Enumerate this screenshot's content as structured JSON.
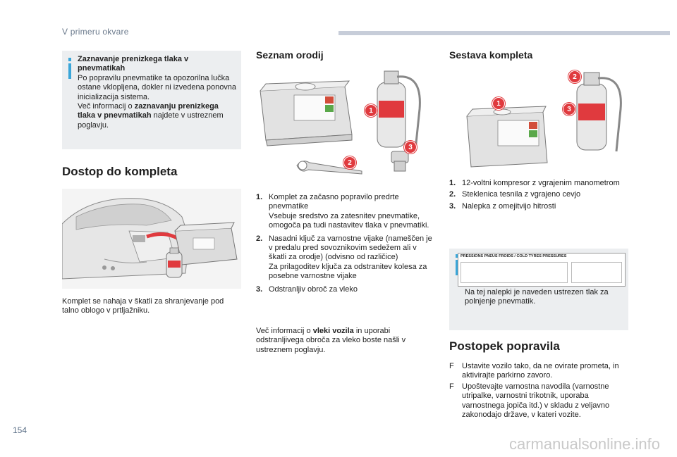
{
  "header": {
    "section": "V primeru okvare"
  },
  "page_number": "154",
  "watermark": "carmanualsonline.info",
  "note_low_pressure": {
    "title": "Zaznavanje prenizkega tlaka v pnevmatikah",
    "body_1": "Po popravilu pnevmatike ta opozorilna lučka ostane vklopljena, dokler ni izvedena ponovna inicializacija sistema.",
    "body_2_pre": "Več informacij o ",
    "body_2_bold": "zaznavanju prenizkega tlaka v pnevmatikah",
    "body_2_post": " najdete v ustreznem poglavju."
  },
  "access": {
    "title": "Dostop do kompleta",
    "text": "Komplet se nahaja v škatli za shranjevanje pod talno oblogo v prtljažniku."
  },
  "tools": {
    "title": "Seznam orodij",
    "items": [
      {
        "num": "1.",
        "lines": [
          "Komplet za začasno popravilo predrte pnevmatike",
          "Vsebuje sredstvo za zatesnitev pnevmatike, omogoča pa tudi nastavitev tlaka v pnevmatiki."
        ]
      },
      {
        "num": "2.",
        "lines": [
          "Nasadni ključ za varnostne vijake (nameščen je v predalu pred sovoznikovim sedežem ali v škatli za orodje) (odvisno od različice)",
          "Za prilagoditev ključa za odstranitev kolesa za posebne varnostne vijake"
        ]
      },
      {
        "num": "3.",
        "lines": [
          "Odstranljiv obroč za vleko"
        ]
      }
    ],
    "more_pre": "Več informacij o ",
    "more_bold": "vleki vozila",
    "more_post": " in uporabi odstranljivega obroča za vleko boste našli v ustreznem poglavju.",
    "callouts": [
      "1",
      "2",
      "3"
    ]
  },
  "kit": {
    "title": "Sestava kompleta",
    "items": [
      {
        "num": "1.",
        "text": "12-voltni kompresor z vgrajenim manometrom"
      },
      {
        "num": "2.",
        "text": "Steklenica tesnila z vgrajeno cevjo"
      },
      {
        "num": "3.",
        "text": "Nalepka z omejitvijo hitrosti"
      }
    ],
    "callouts": [
      "1",
      "2",
      "3"
    ]
  },
  "label_note": {
    "sticker_title": "PRESSIONS PNEUS FROIDS / COLD TYRES PRESSURES",
    "text": "Na tej nalepki je naveden ustrezen tlak za polnjenje pnevmatik."
  },
  "repair": {
    "title": "Postopek popravila",
    "steps": [
      "Ustavite vozilo tako, da ne ovirate prometa, in aktivirajte parkirno zavoro.",
      "Upoštevajte varnostna navodila (varnostne utripalke, varnostni trikotnik, uporaba varnostnega jopiča itd.) v skladu z veljavno zakonodajo države, v kateri vozite."
    ],
    "bullet": "F"
  }
}
